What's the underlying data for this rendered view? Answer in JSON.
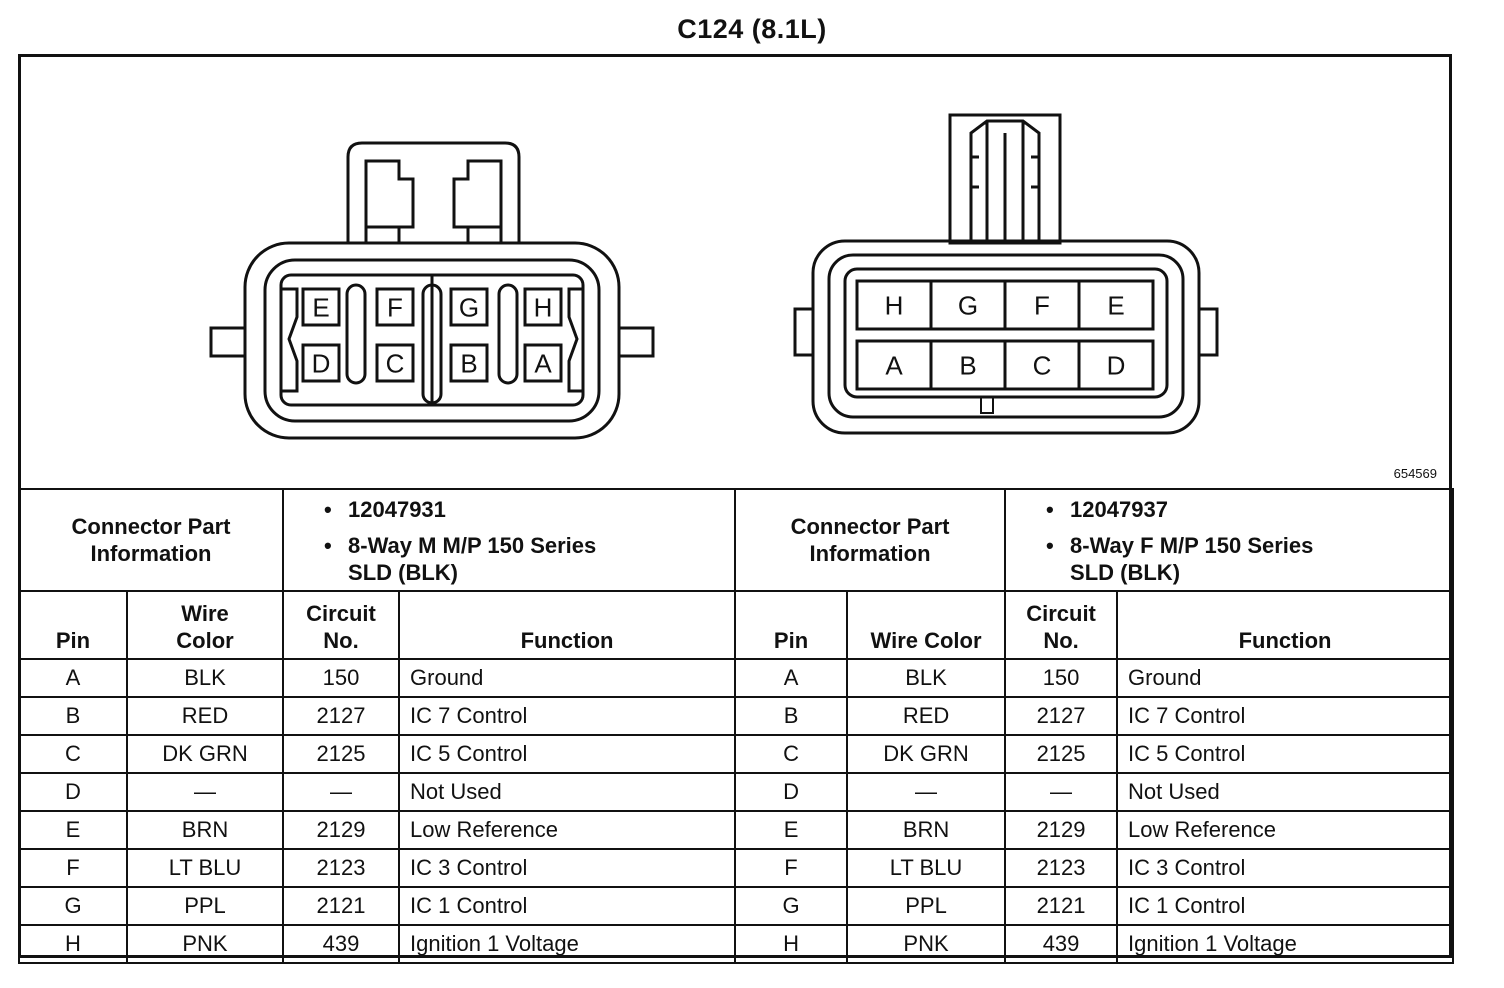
{
  "title": "C124 (8.1L)",
  "figure_id": "654569",
  "connector_left": {
    "cavities_top": [
      "E",
      "F",
      "G",
      "H"
    ],
    "cavities_bottom": [
      "D",
      "C",
      "B",
      "A"
    ]
  },
  "connector_right": {
    "cavities_top": [
      "H",
      "G",
      "F",
      "E"
    ],
    "cavities_bottom": [
      "A",
      "B",
      "C",
      "D"
    ]
  },
  "info": {
    "label_line1": "Connector Part",
    "label_line2": "Information",
    "left": {
      "part_number": "12047931",
      "desc_line1": "8-Way M M/P 150 Series",
      "desc_line2": "SLD (BLK)"
    },
    "right": {
      "part_number": "12047937",
      "desc_line1": "8-Way F M/P 150 Series",
      "desc_line2": "SLD (BLK)"
    },
    "bullet": "•"
  },
  "headers": {
    "pin": "Pin",
    "wire_color_l1": "Wire",
    "wire_color_l2": "Color",
    "wire_color": "Wire Color",
    "circuit_l1": "Circuit",
    "circuit_l2": "No.",
    "function": "Function"
  },
  "rows": [
    {
      "pin": "A",
      "color": "BLK",
      "circuit": "150",
      "function": "Ground"
    },
    {
      "pin": "B",
      "color": "RED",
      "circuit": "2127",
      "function": "IC 7 Control"
    },
    {
      "pin": "C",
      "color": "DK GRN",
      "circuit": "2125",
      "function": "IC 5 Control"
    },
    {
      "pin": "D",
      "color": "—",
      "circuit": "—",
      "function": "Not Used"
    },
    {
      "pin": "E",
      "color": "BRN",
      "circuit": "2129",
      "function": "Low Reference"
    },
    {
      "pin": "F",
      "color": "LT BLU",
      "circuit": "2123",
      "function": "IC 3 Control"
    },
    {
      "pin": "G",
      "color": "PPL",
      "circuit": "2121",
      "function": "IC 1 Control"
    },
    {
      "pin": "H",
      "color": "PNK",
      "circuit": "439",
      "function": "Ignition 1 Voltage"
    }
  ]
}
